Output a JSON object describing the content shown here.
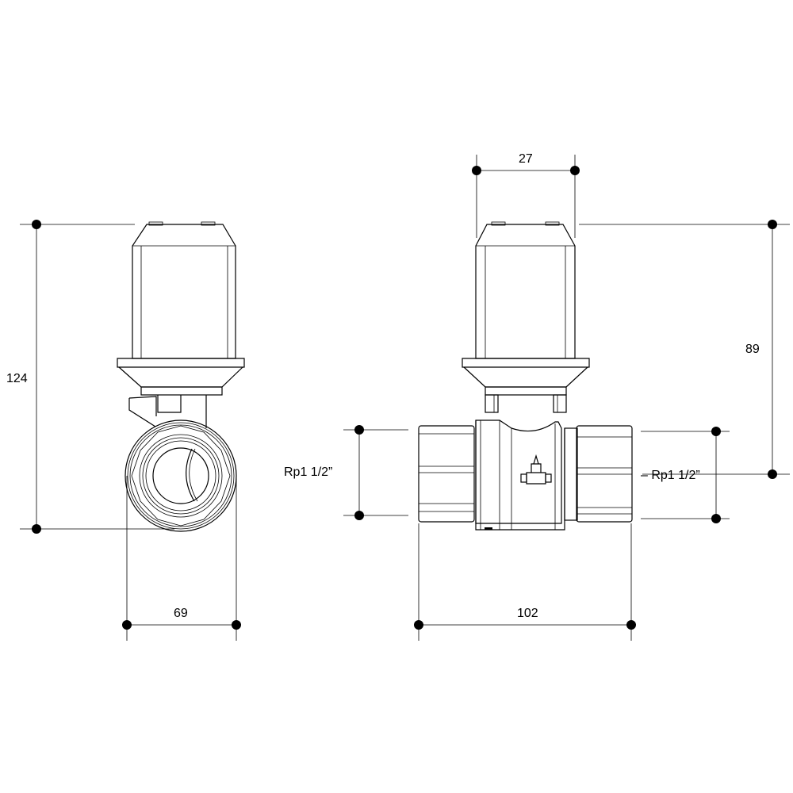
{
  "drawing": {
    "title": "Motorized ball valve dimension drawing",
    "dimensions": {
      "overall_height": "124",
      "side_width": "69",
      "actuator_width": "27",
      "actuator_height_to_axis": "89",
      "thread_left": "Rp1 1/2”",
      "thread_right": "– Rp1 1/2”",
      "body_length": "102"
    },
    "colors": {
      "line": "#000000",
      "background": "#ffffff"
    }
  }
}
